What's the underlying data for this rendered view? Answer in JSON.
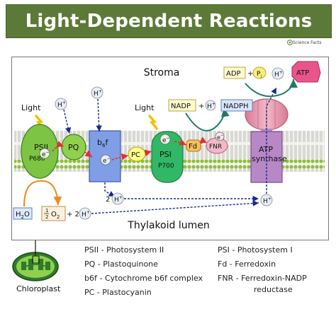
{
  "header": {
    "title": "Light-Dependent Reactions",
    "brand": "Science Facts"
  },
  "diagram": {
    "stroma_label": "Stroma",
    "lumen_label": "Thylakoid lumen",
    "light_label": "Light",
    "psii_label": "PSII",
    "p680_label": "P680",
    "pq_label": "PQ",
    "b6f_label": "b",
    "b6f_sub": "6",
    "b6f_suffix": "f",
    "pc_label": "PC",
    "psi_label": "PSI",
    "p700_label": "P700",
    "fd_label": "Fd",
    "fnr_label": "FNR",
    "atp_synthase_label_1": "ATP",
    "atp_synthase_label_2": "synthase",
    "electron_label": "e",
    "electron_sup": "−",
    "proton_label": "H",
    "proton_sup": "+",
    "nadp_label": "NADP",
    "plus": "+",
    "nadph_label": "NADPH",
    "adp_label": "ADP",
    "pi_label": "P",
    "pi_sub": "i",
    "atp_label": "ATP",
    "two_h_prefix": "2",
    "h2o_label": "H",
    "h2o_sub": "2",
    "h2o_suffix": "O",
    "half_num": "1",
    "half_den": "2",
    "o2_label": "O",
    "o2_sub": "2",
    "plus_two": "+ 2",
    "chloroplast_label": "Chloroplast"
  },
  "legend": {
    "left": [
      "PSII - Photosystem II",
      "PQ - Plastoquinone",
      "b6f - Cytochrome b6f complex",
      "PC - Plastocyanin"
    ],
    "right": [
      "PSI - Photosystem I",
      "Fd - Ferredoxin",
      "FNR - Ferredoxin-NADP",
      "reductase"
    ]
  },
  "colors": {
    "header_bg": "#5c7a37",
    "membrane_green": "#8fbf3c",
    "psii_green": "#7cc443",
    "b6f_blue": "#7f9ee6",
    "pc_yellow": "#ffff8a",
    "fd_orange": "#f7c05a",
    "atp_pink": "#e8a0b4",
    "stalk_purple": "#b787c6",
    "electron_red": "#e03030",
    "proton_blue": "#1a2a8a"
  }
}
